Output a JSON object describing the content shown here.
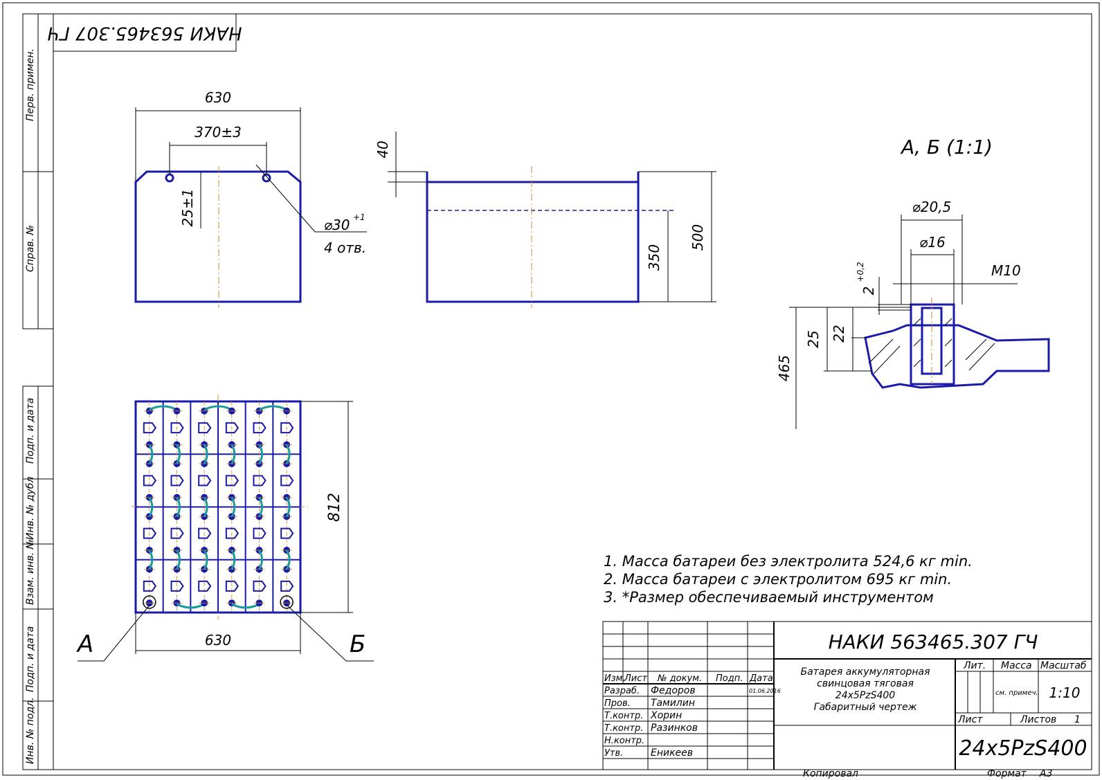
{
  "stamp_top": "НАКИ 563465.307 ГЧ",
  "side_labels": [
    "Перв. примен.",
    "Справ. №",
    "Подп. и дата",
    "Инв. № дубл",
    "Взам. инв. №",
    "Подп. и дата",
    "Инв. № подл."
  ],
  "dims": {
    "top_width": "630",
    "hole_spacing": "370±3",
    "hole_offset": "25±1",
    "hole_dia": "⌀30",
    "hole_dia_tol": "+1",
    "hole_count": "4 отв.",
    "side_lip": "40",
    "side_inner": "350",
    "side_height": "500",
    "plan_height": "812",
    "plan_width": "630"
  },
  "callouts": {
    "left": "А",
    "right": "Б"
  },
  "detail": {
    "title": "А, Б (1:1)",
    "d_outer": "⌀20,5",
    "d_inner": "⌀16",
    "thread": "М10",
    "gap": "2",
    "gap_tol": "+0,2",
    "h25": "25",
    "h22": "22",
    "h465": "465"
  },
  "notes": [
    "1. Масса батареи без электролита 524,6 кг min.",
    "2. Масса батареи с электролитом 695 кг min.",
    "3.  *Размер обеспечиваемый инструментом"
  ],
  "title_block": {
    "doc_number": "НАКИ 563465.307 ГЧ",
    "description": [
      "Батарея аккумуляторная",
      "свинцовая тяговая",
      "24x5PzS400",
      "Габаритный чертеж"
    ],
    "headers": {
      "izm": "Изм.",
      "list": "Лист",
      "doc": "№ докум.",
      "sign": "Подп.",
      "date": "Дата"
    },
    "roles": [
      "Разраб.",
      "Пров.",
      "Т.контр.",
      "Т.контр.",
      "Н.контр.",
      "Утв."
    ],
    "names": [
      "Федоров",
      "Тамилин",
      "Хорин",
      "Разинков",
      "",
      "Еникеев"
    ],
    "date_value": "01.06.2016",
    "lit": "Лит.",
    "mass": "Масса",
    "scale_label": "Масштаб",
    "mass_value": "см. примеч.",
    "scale_value": "1:10",
    "sheet": "Лист",
    "sheets": "Листов",
    "sheets_value": "1",
    "designation": "24x5PzS400",
    "copied": "Копировал",
    "format": "Формат",
    "format_value": "А3"
  },
  "colors": {
    "part": "#1a1aa8",
    "axis": "#d08a2a",
    "connector": "#1a9a9a"
  }
}
